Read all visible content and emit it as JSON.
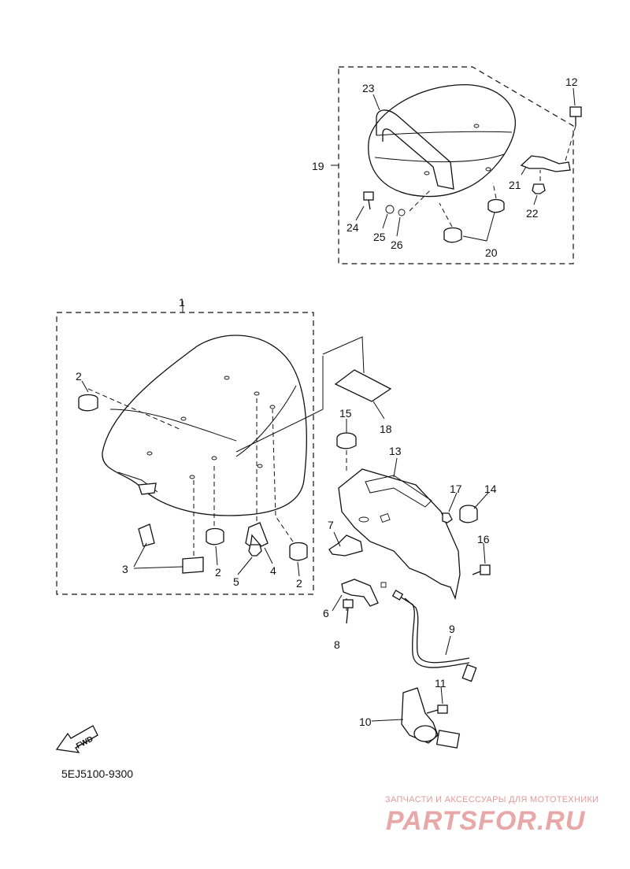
{
  "diagram": {
    "catalog_code": "5EJ5100-9300",
    "fwd_label": "FWD",
    "watermark": {
      "tagline": "ЗАПЧАСТИ И АКСЕССУАРЫ ДЛЯ МОТОТЕХНИКИ",
      "logo": "PARTSFOR.RU"
    },
    "callouts": [
      "1",
      "2",
      "2",
      "2",
      "3",
      "4",
      "5",
      "6",
      "7",
      "8",
      "9",
      "10",
      "11",
      "12",
      "13",
      "14",
      "15",
      "16",
      "17",
      "18",
      "19",
      "20",
      "21",
      "22",
      "23",
      "24",
      "25",
      "26"
    ]
  }
}
